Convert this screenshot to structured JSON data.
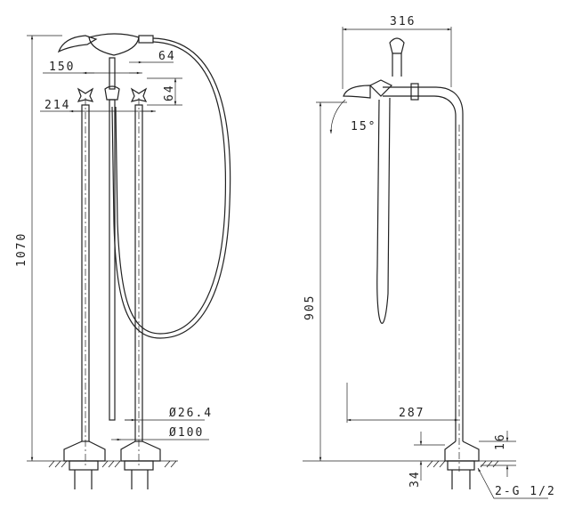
{
  "front_view": {
    "dims": {
      "height_total": "1070",
      "handle_spacing": "150",
      "spout_offset": "64",
      "handle_height": "64",
      "width": "214",
      "pipe_dia": "Ø26.4",
      "base_dia": "Ø100"
    }
  },
  "side_view": {
    "dims": {
      "reach": "316",
      "angle": "15°",
      "spout_height": "905",
      "pipe_offset": "287",
      "base_height": "16",
      "below_floor": "34",
      "connection": "2-G 1/2"
    }
  }
}
